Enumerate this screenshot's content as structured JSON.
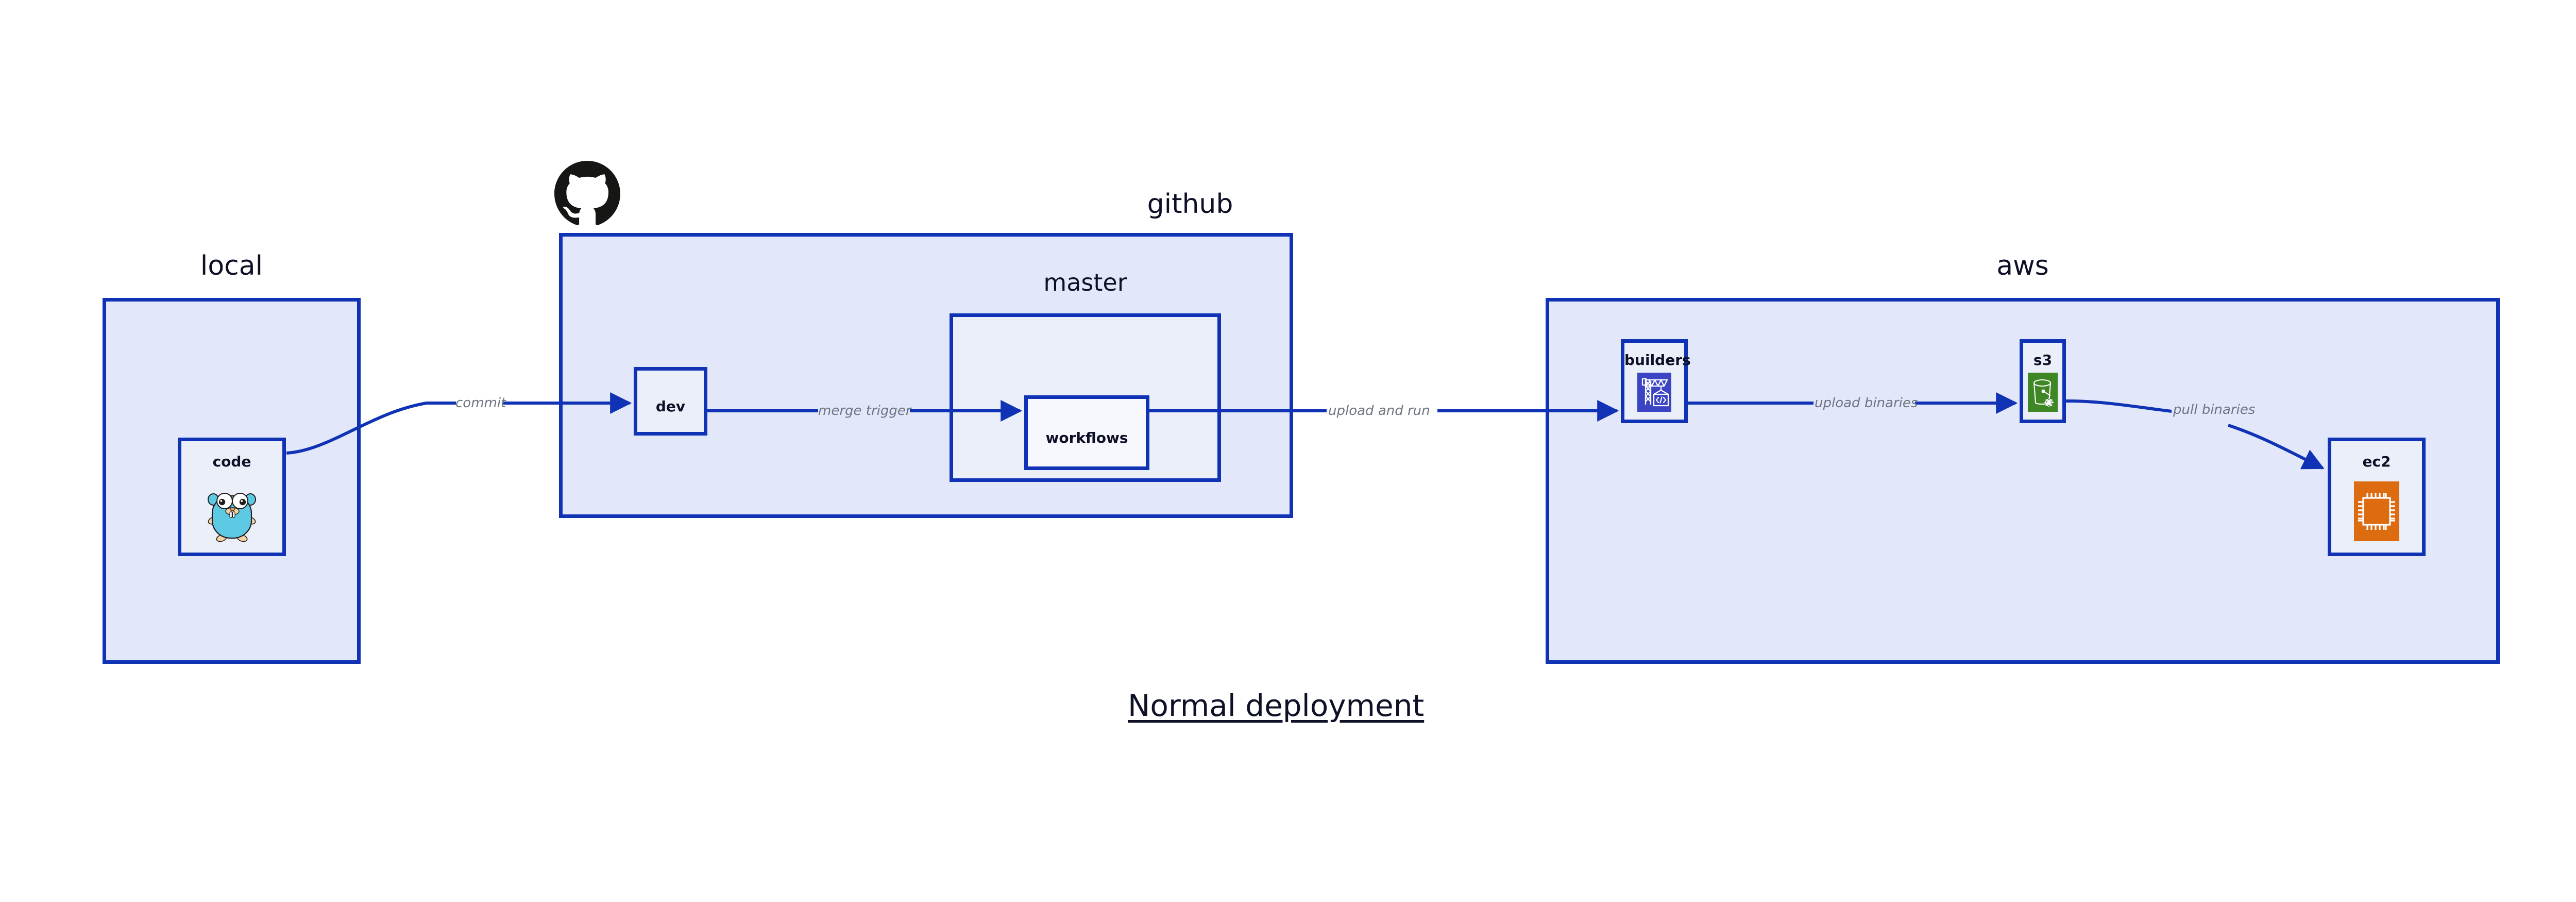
{
  "diagram": {
    "title": "Normal deployment",
    "groups": [
      {
        "id": "local",
        "label": "local"
      },
      {
        "id": "github",
        "label": "github"
      },
      {
        "id": "master",
        "label": "master"
      },
      {
        "id": "aws",
        "label": "aws"
      }
    ],
    "nodes": [
      {
        "id": "code",
        "label": "code",
        "icon": "go-gopher-icon"
      },
      {
        "id": "dev",
        "label": "dev",
        "icon": "none"
      },
      {
        "id": "workflows",
        "label": "workflows",
        "icon": "none"
      },
      {
        "id": "builders",
        "label": "builders",
        "icon": "aws-codebuild-icon"
      },
      {
        "id": "s3",
        "label": "s3",
        "icon": "aws-s3-glacier-icon"
      },
      {
        "id": "ec2",
        "label": "ec2",
        "icon": "aws-ec2-icon"
      }
    ],
    "edges": [
      {
        "id": "commit",
        "label": "commit",
        "from": "code",
        "to": "dev"
      },
      {
        "id": "merge-trigger",
        "label": "merge trigger",
        "from": "dev",
        "to": "workflows"
      },
      {
        "id": "upload-and-run",
        "label": "upload and run",
        "from": "workflows",
        "to": "builders"
      },
      {
        "id": "upload-binaries",
        "label": "upload binaries",
        "from": "builders",
        "to": "s3"
      },
      {
        "id": "pull-binaries",
        "label": "pull binaries",
        "from": "s3",
        "to": "ec2"
      }
    ],
    "logos": [
      {
        "id": "github-logo",
        "icon": "github-octocat-icon"
      }
    ],
    "colors": {
      "edge": "#1033B5",
      "group_border": "#1033B5",
      "group_fill": "#E2E7FA",
      "node_fill": "#EBEFFA",
      "node_fill_light": "#F6F8FD",
      "text": "#0D1026",
      "edge_label_text": "#6E7581",
      "codebuild_blue": "#3B45C4",
      "s3_green": "#3F8624",
      "ec2_orange": "#DD6B10",
      "gopher_cyan": "#5DC9E2",
      "octocat_black": "#161614"
    }
  }
}
